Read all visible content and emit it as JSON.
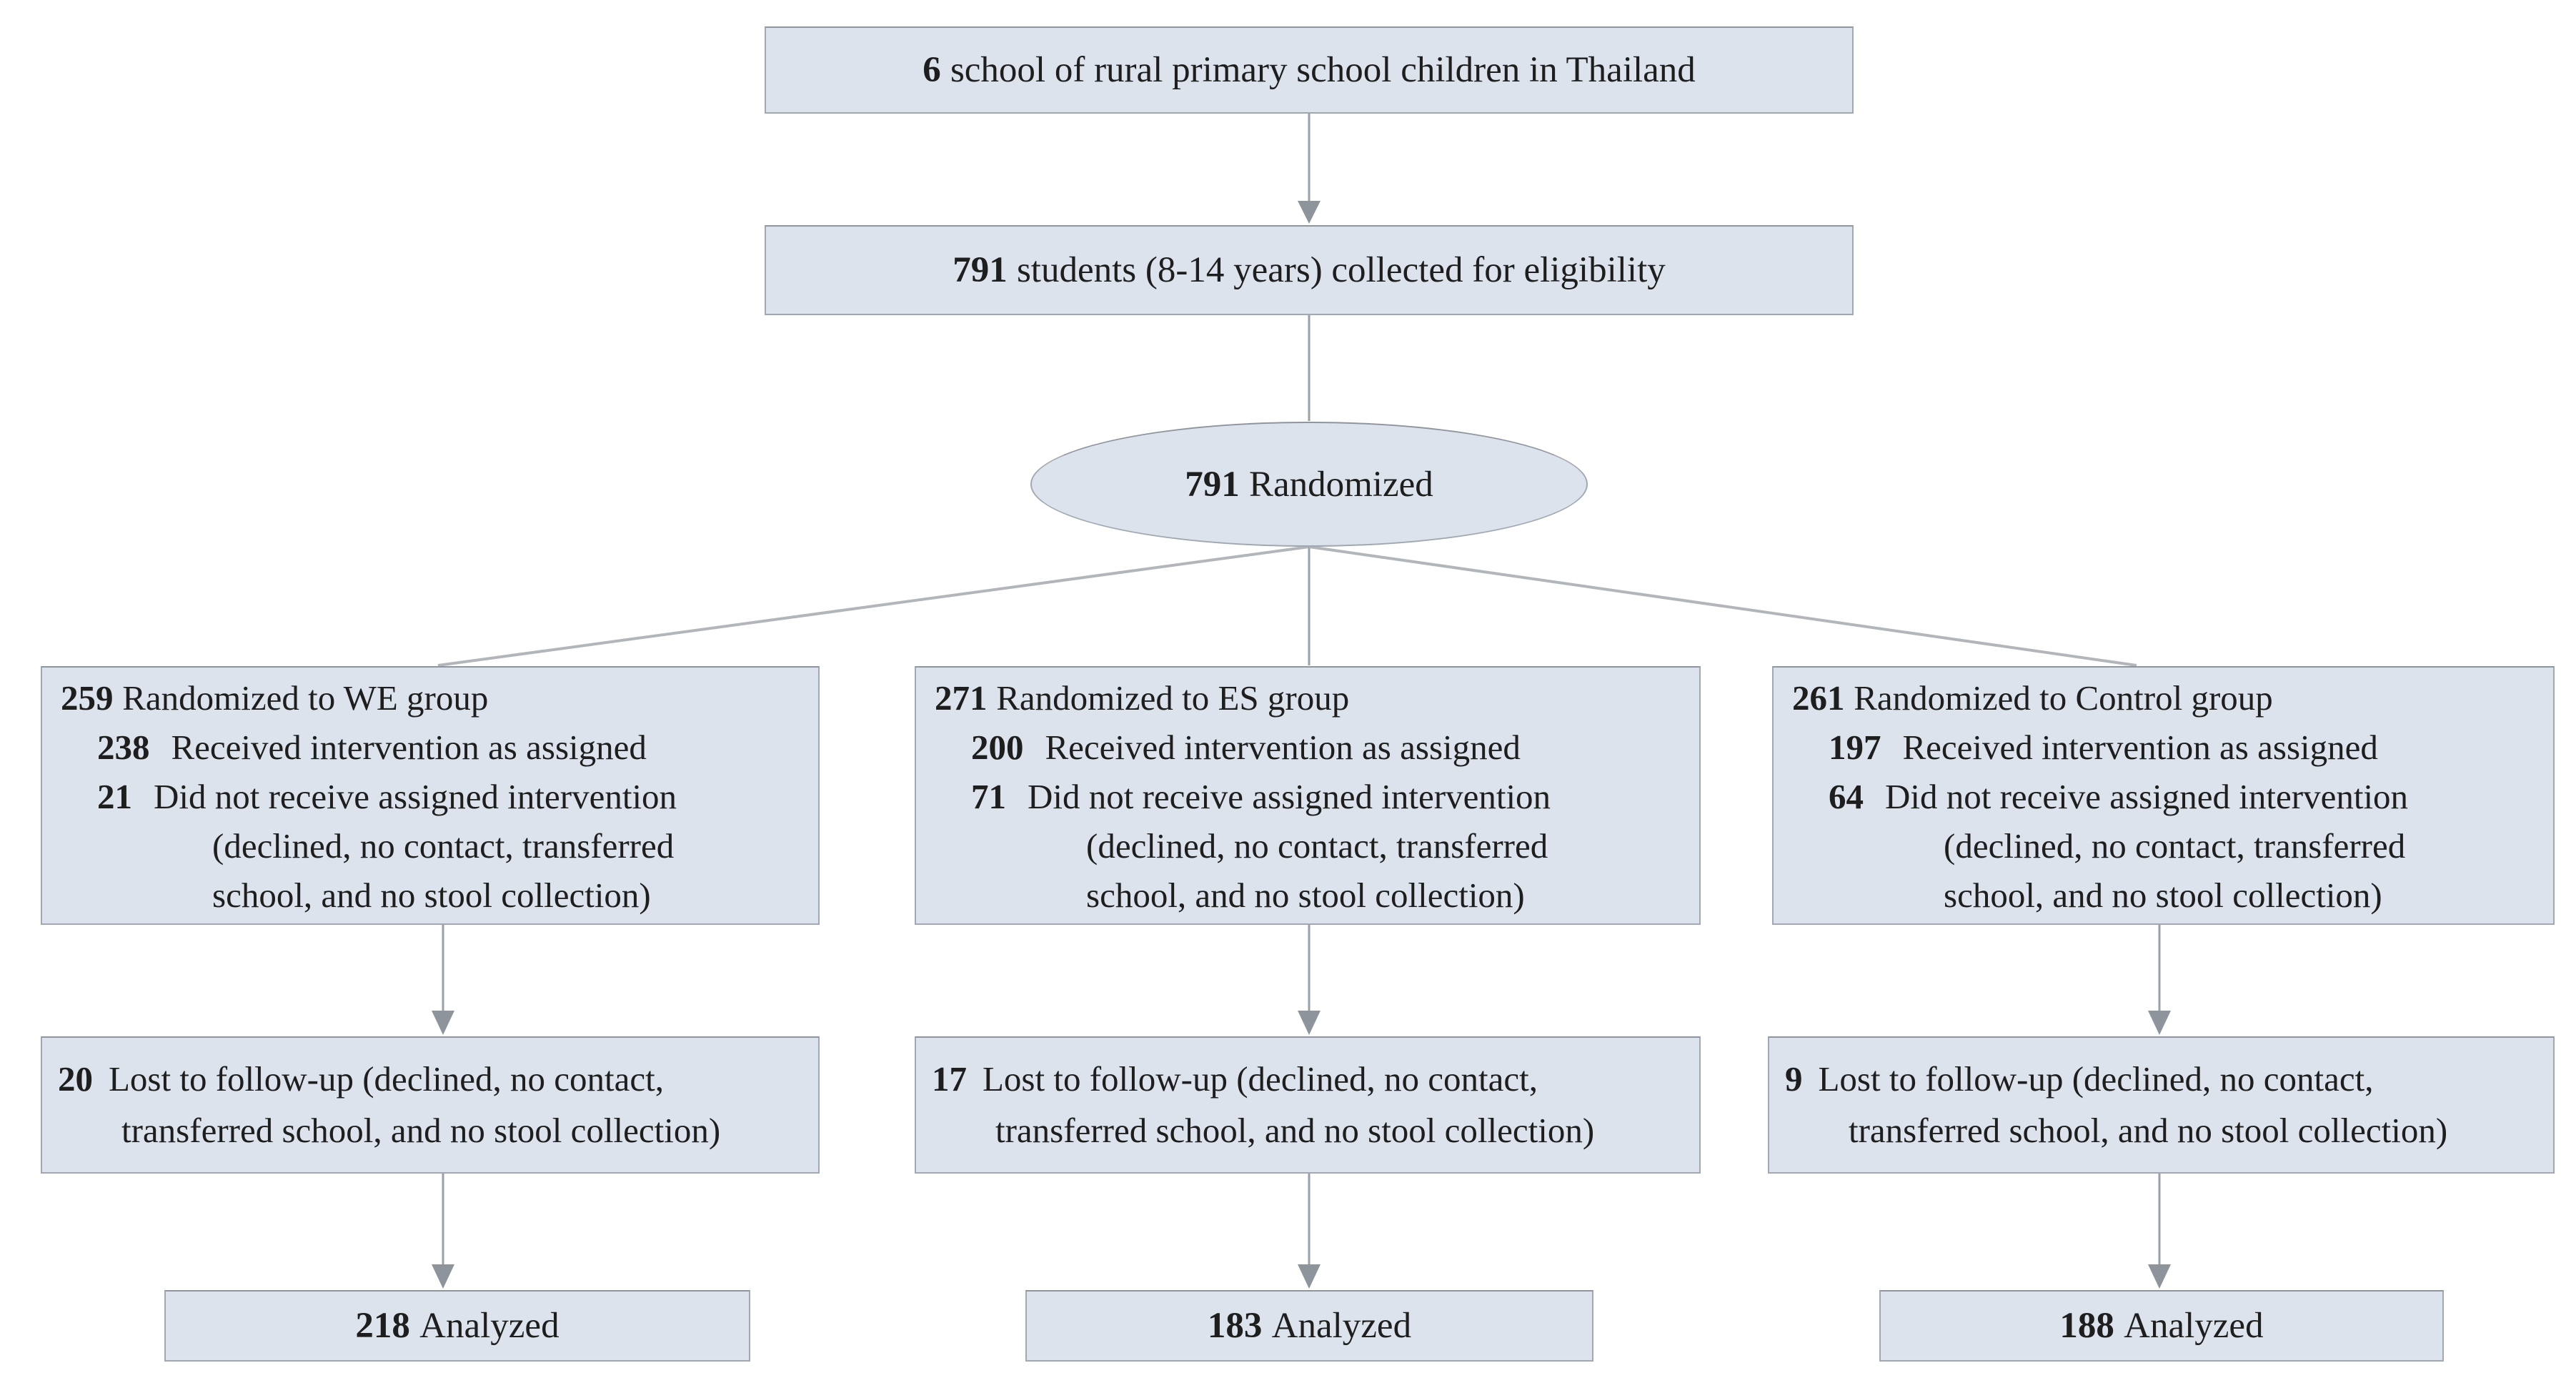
{
  "colors": {
    "box_fill": "#dce3ed",
    "box_border": "#a2a8b1",
    "connector_gray": "#9aa0a6",
    "text": "#1e1e1e"
  },
  "enrollment": {
    "count": "6",
    "text": "school of rural primary school children in Thailand"
  },
  "eligibility": {
    "count": "791",
    "text": "students (8-14 years) collected for eligibility"
  },
  "randomized": {
    "count": "791",
    "text": "Randomized"
  },
  "groups": [
    {
      "allocation": {
        "count": "259",
        "text": "Randomized to WE group"
      },
      "received": {
        "count": "238",
        "text": "Received intervention as assigned"
      },
      "not_received": {
        "count": "21",
        "text": "Did not receive assigned intervention",
        "note_line1": "(declined, no contact, transferred",
        "note_line2": "school, and no stool collection)"
      },
      "lost": {
        "count": "20",
        "line1": "Lost to follow-up (declined, no contact,",
        "line2": "transferred school, and no stool collection)"
      },
      "analyzed": {
        "count": "218",
        "text": "Analyzed"
      }
    },
    {
      "allocation": {
        "count": "271",
        "text": "Randomized to ES group"
      },
      "received": {
        "count": "200",
        "text": "Received intervention as assigned"
      },
      "not_received": {
        "count": "71",
        "text": "Did not receive assigned intervention",
        "note_line1": "(declined, no contact, transferred",
        "note_line2": "school, and no stool collection)"
      },
      "lost": {
        "count": "17",
        "line1": "Lost to follow-up (declined, no contact,",
        "line2": "transferred school, and no stool collection)"
      },
      "analyzed": {
        "count": "183",
        "text": "Analyzed"
      }
    },
    {
      "allocation": {
        "count": "261",
        "text": "Randomized to Control group"
      },
      "received": {
        "count": "197",
        "text": "Received intervention as assigned"
      },
      "not_received": {
        "count": "64",
        "text": "Did not receive assigned intervention",
        "note_line1": "(declined, no contact, transferred",
        "note_line2": "school, and no stool collection)"
      },
      "lost": {
        "count": "9",
        "line1": "Lost to follow-up (declined, no contact,",
        "line2": "transferred school, and no stool collection)"
      },
      "analyzed": {
        "count": "188",
        "text": "Analyzed"
      }
    }
  ]
}
